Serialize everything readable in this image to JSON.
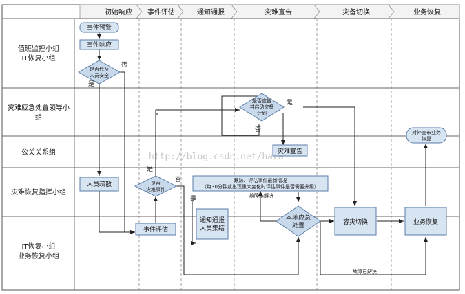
{
  "phases": [
    "初始响应",
    "事件评估",
    "通知通报",
    "灾难宣告",
    "灾备切换",
    "业务恢复"
  ],
  "lanes": [
    [
      "值班监控小组",
      "IT恢复小组"
    ],
    [
      "灾难应急处置领导小",
      "组"
    ],
    [
      "公关关系组"
    ],
    [
      "灾难恢复指挥小组"
    ],
    [
      "IT恢复小组",
      "业务恢复小组"
    ]
  ],
  "nodes": {
    "event_alert": "事件预警",
    "event_response": "事件响应",
    "is_danger": [
      "是否危及",
      "人员安全"
    ],
    "evacuate": "人员疏散",
    "is_disaster": [
      "是否",
      "灾难事件"
    ],
    "event_eval": "事件评估",
    "notify": [
      "通知通报",
      "人员集结"
    ],
    "declare_decision": [
      "是否宣告",
      "并启动灾备",
      "计划"
    ],
    "declare": "灾难宣告",
    "track": [
      "跟踪、评估事件最新情况",
      "（每30分钟或出现重大变化时评估事件是否需要升级）"
    ],
    "local_handle": [
      "本地应急",
      "处置"
    ],
    "switchover": "容灾切换",
    "biz_recover": "业务恢复",
    "public_announce": [
      "对外宣布业务",
      "恢复"
    ]
  },
  "edge_labels": {
    "no": "否",
    "yes": "是",
    "fault_unresolved": "故障未解决",
    "fault_resolved": "故障已解决"
  },
  "watermark": "http://blog.csdn.net/hara"
}
